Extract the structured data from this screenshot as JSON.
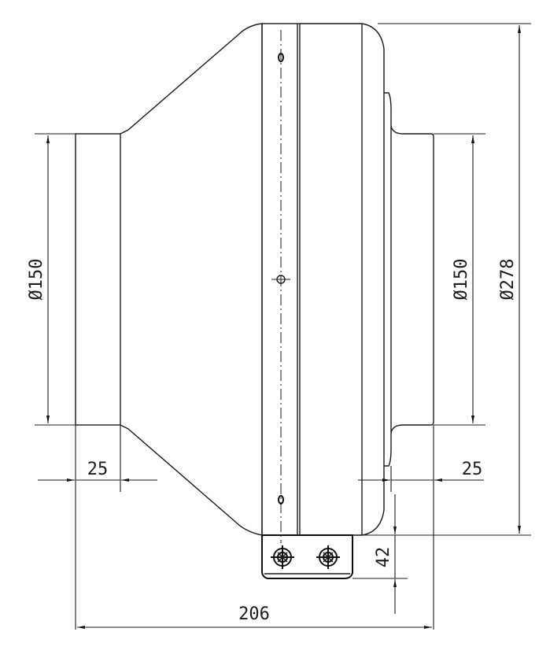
{
  "dimensions": {
    "inlet_diameter": "Ø150",
    "outlet_diameter": "Ø150",
    "housing_diameter": "Ø278",
    "inlet_spigot_length": "25",
    "outlet_spigot_length": "25",
    "bracket_height": "42",
    "overall_length": "206"
  }
}
